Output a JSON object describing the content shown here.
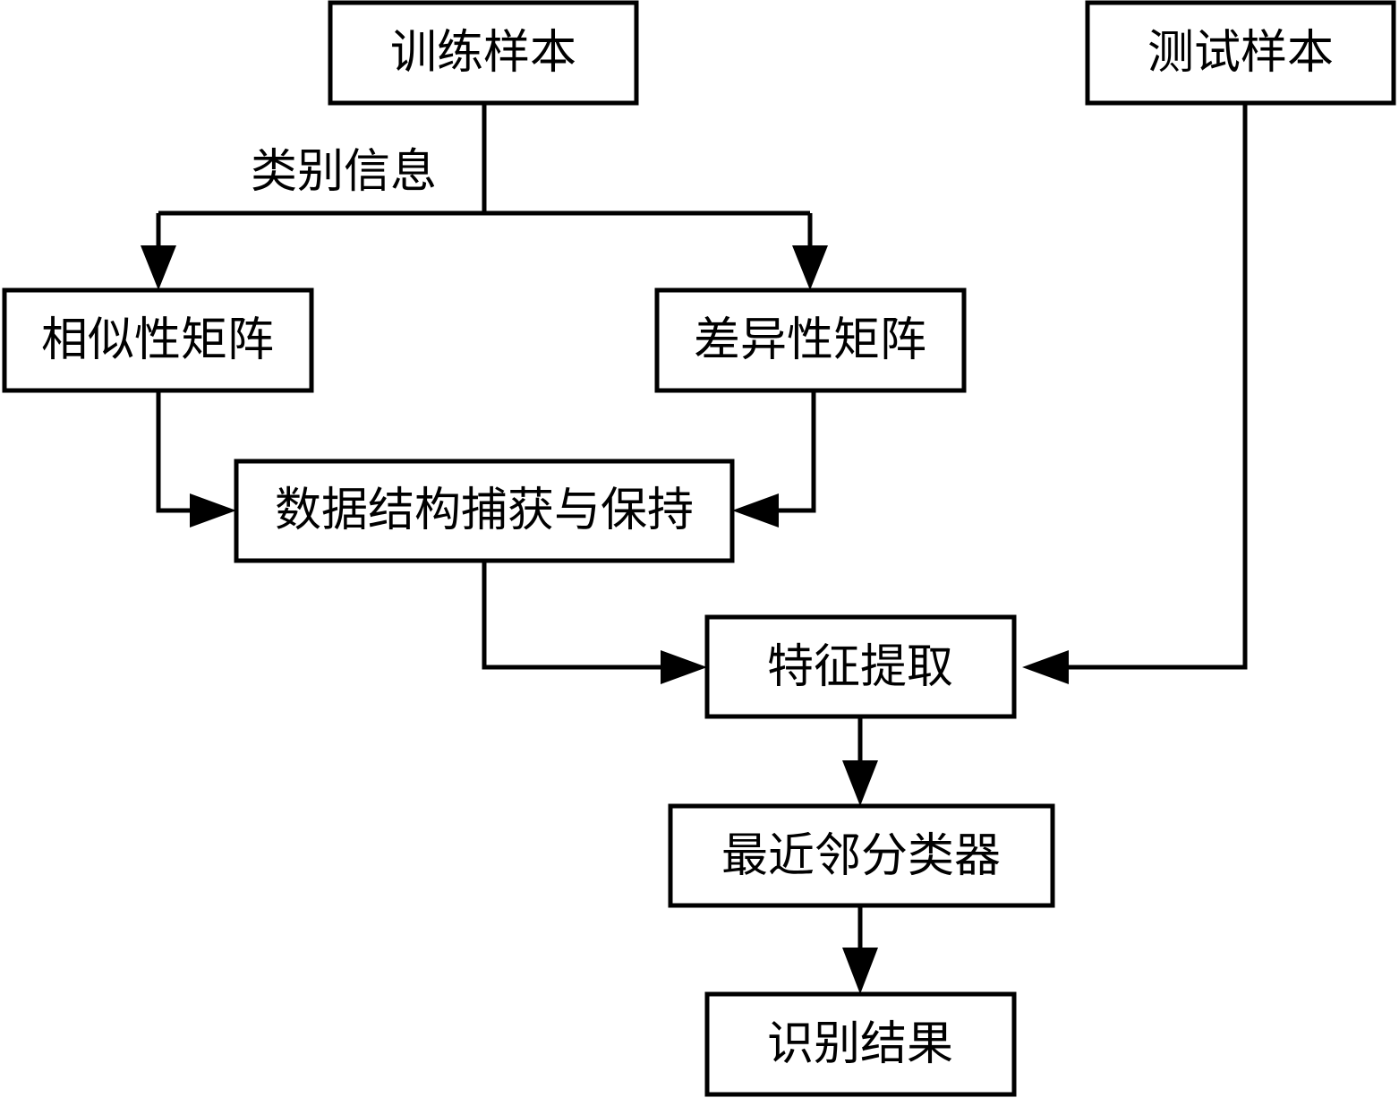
{
  "nodes": {
    "training_samples": "训练样本",
    "test_samples": "测试样本",
    "similarity_matrix": "相似性矩阵",
    "difference_matrix": "差异性矩阵",
    "structure_capture": "数据结构捕获与保持",
    "feature_extraction": "特征提取",
    "nn_classifier": "最近邻分类器",
    "recognition_result": "识别结果"
  },
  "edges": {
    "class_info_label": "类别信息"
  }
}
